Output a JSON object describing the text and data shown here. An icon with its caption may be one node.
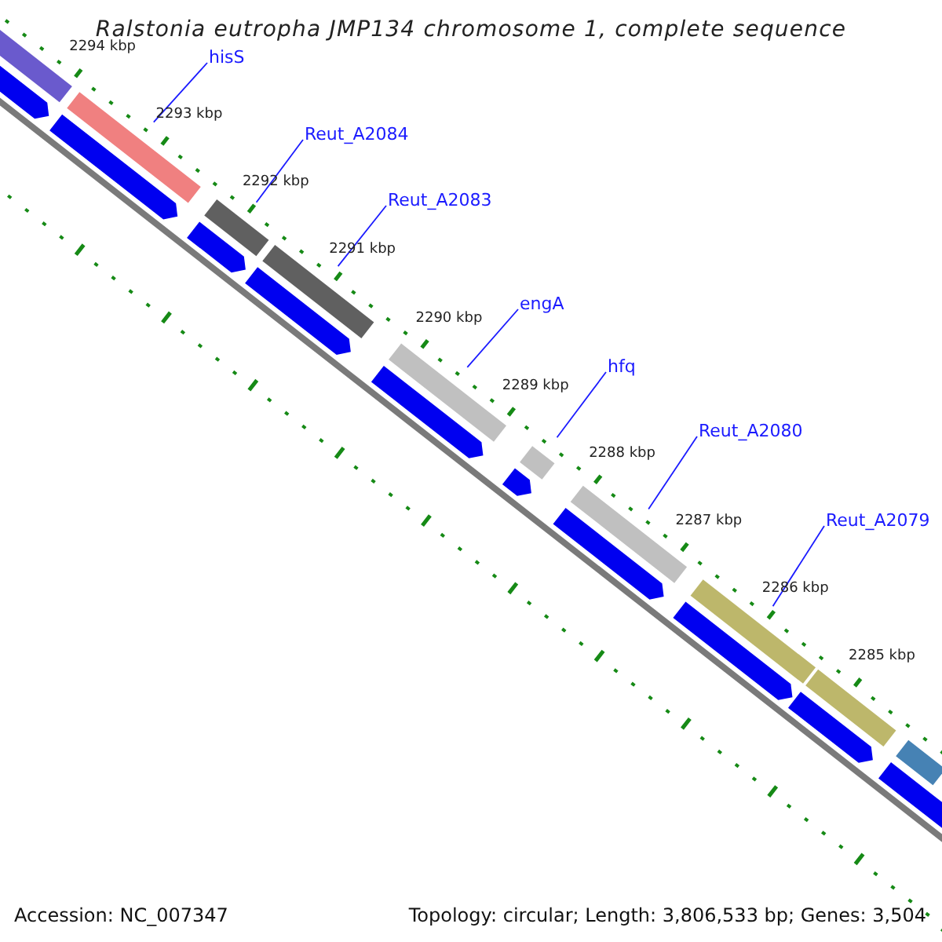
{
  "diagram": {
    "title": "Ralstonia eutropha JMP134 chromosome 1, complete sequence",
    "nodes": [
      {
        "text": [
          "hisS"
        ]
      },
      {
        "text": [
          "Reut_A2084"
        ]
      },
      {
        "text": [
          "Reut_A2083"
        ]
      },
      {
        "text": [
          "engA"
        ]
      },
      {
        "text": [
          "hfq"
        ]
      },
      {
        "text": [
          "Reut_A2080"
        ]
      },
      {
        "text": [
          "Reut_A2079"
        ]
      },
      {
        "text": [],
        "shape": "bar"
      },
      {
        "text": [],
        "shape": "bar"
      },
      {
        "text": [],
        "shape": "bar"
      },
      {
        "text": [],
        "shape": "bar"
      },
      {
        "text": [],
        "shape": "bar"
      },
      {
        "text": [],
        "shape": "bar"
      },
      {
        "text": [],
        "shape": "bar"
      },
      {
        "text": [],
        "shape": "bar"
      },
      {
        "text": [],
        "shape": "bar"
      },
      {
        "text": [],
        "shape": "bar"
      },
      {
        "text": [],
        "shape": "arrow"
      },
      {
        "text": [],
        "shape": "arrow"
      },
      {
        "text": [],
        "shape": "arrow"
      },
      {
        "text": [],
        "shape": "arrow"
      },
      {
        "text": [],
        "shape": "arrow"
      },
      {
        "text": [],
        "shape": "arrow"
      },
      {
        "text": [],
        "shape": "arrow"
      },
      {
        "text": [],
        "shape": "arrow"
      },
      {
        "text": [],
        "shape": "arrow"
      },
      {
        "text": [],
        "shape": "arrow"
      }
    ],
    "edges": [
      {
        "from": 0,
        "to": 7,
        "arrow": "none"
      },
      {
        "from": 1,
        "to": 8,
        "arrow": "none"
      },
      {
        "from": 2,
        "to": 9,
        "arrow": "none"
      },
      {
        "from": 3,
        "to": 10,
        "arrow": "none"
      },
      {
        "from": 4,
        "to": 11,
        "arrow": "none"
      },
      {
        "from": 5,
        "to": 12,
        "arrow": "none"
      },
      {
        "from": 6,
        "to": 13,
        "arrow": "none"
      }
    ],
    "labels": [
      "2294 kbp",
      "2293 kbp",
      "2292 kbp",
      "2291 kbp",
      "2290 kbp",
      "2289 kbp",
      "2288 kbp",
      "2287 kbp",
      "2286 kbp",
      "2285 kbp",
      "Accession: NC_007347",
      "Topology: circular; Length: 3,806,533 bp; Genes: 3,504"
    ]
  }
}
